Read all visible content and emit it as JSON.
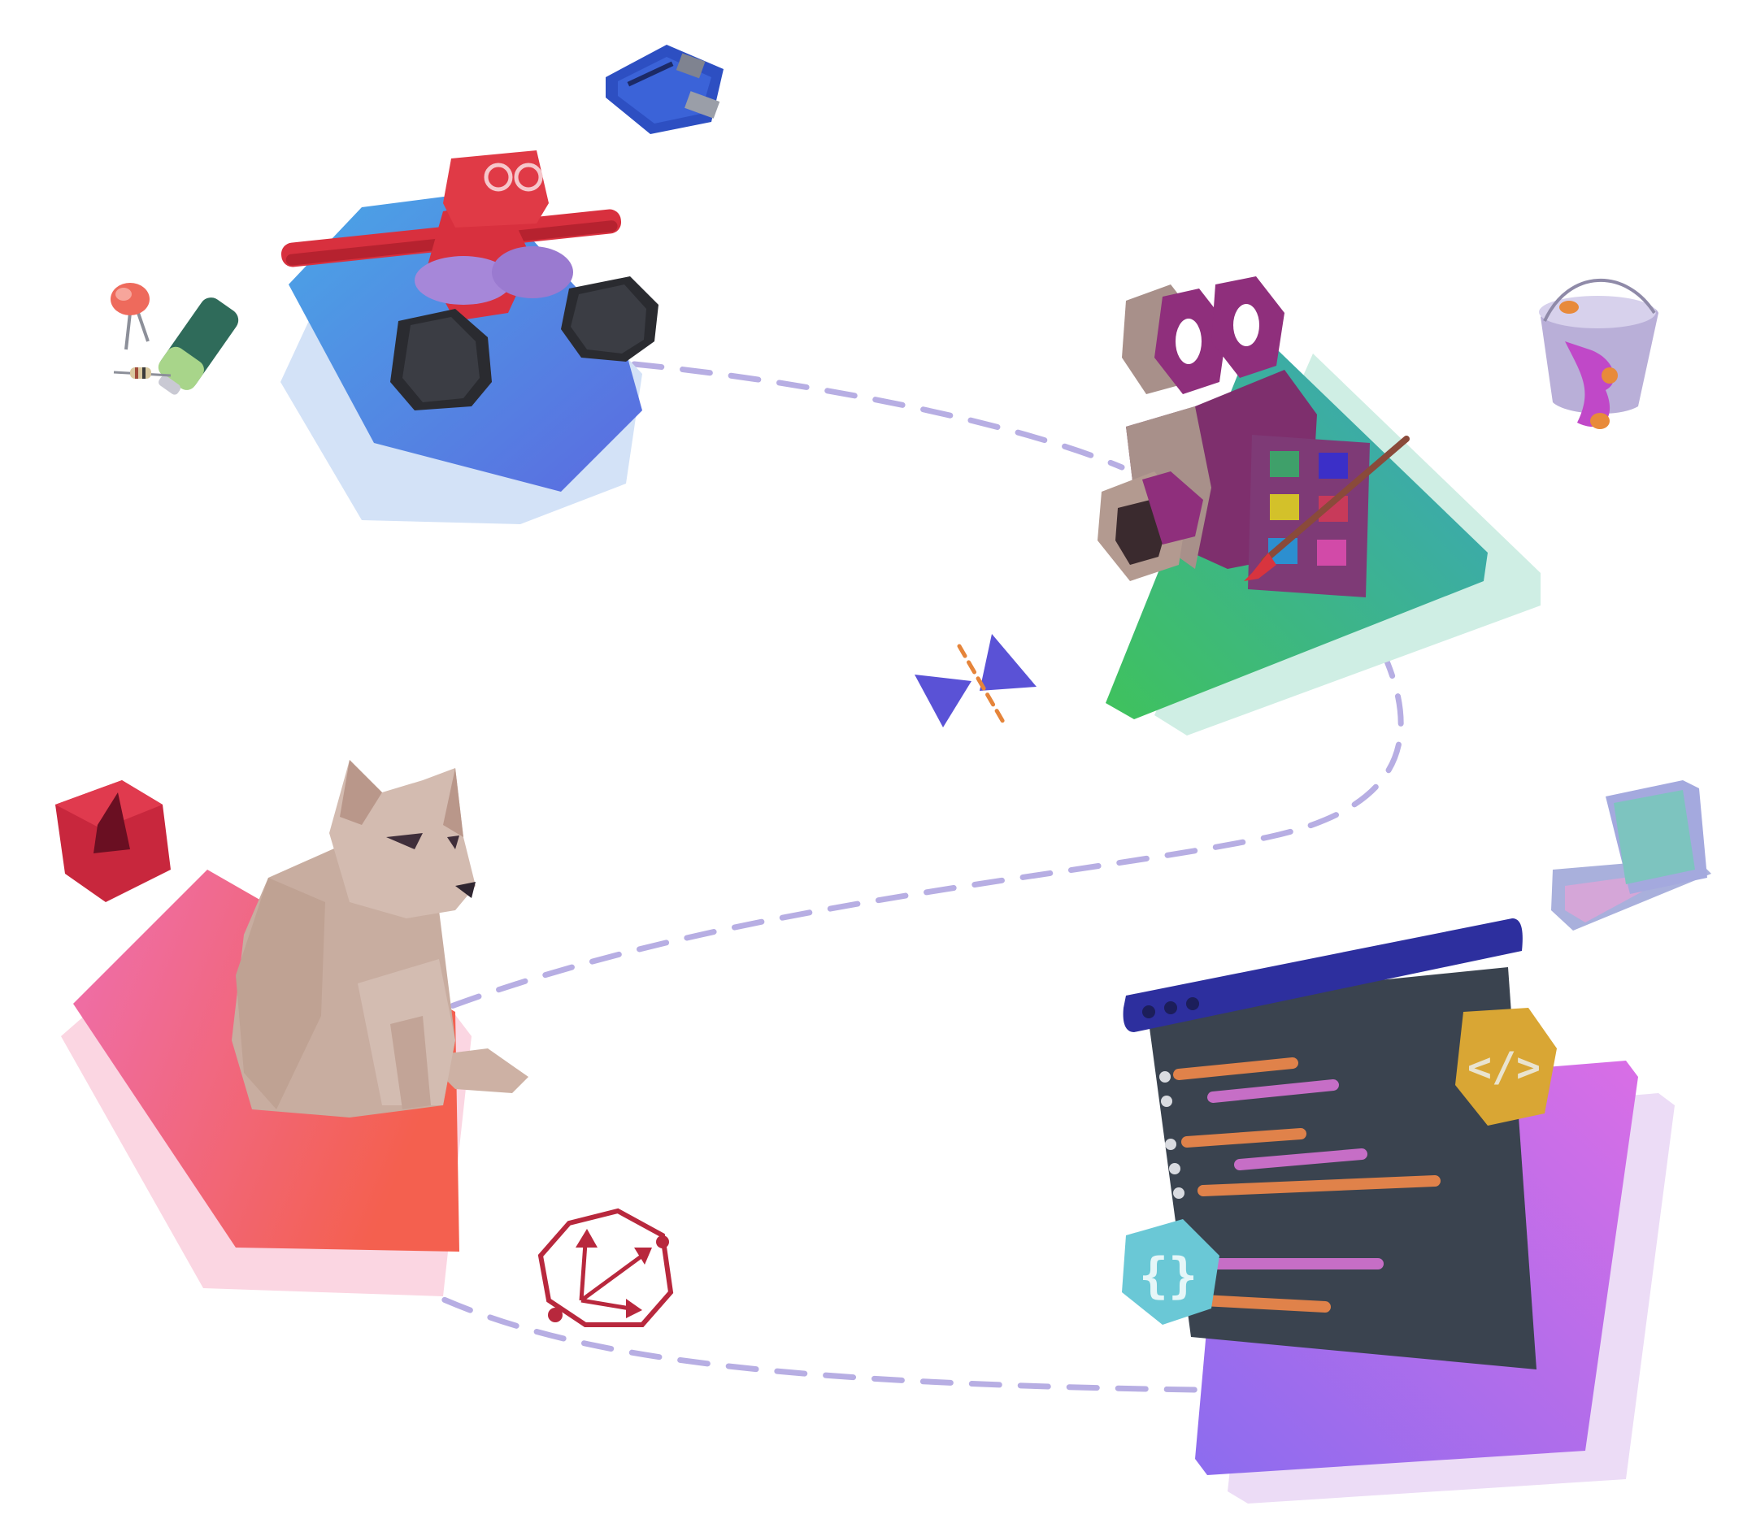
{
  "scene": {
    "background": "#ffffff",
    "path_color": "#b7aee3",
    "stations": [
      {
        "id": "robotics",
        "shape": "hexagon",
        "icon": "robot-icon",
        "gradient": [
          "#4aa6e6",
          "#5b6be0"
        ],
        "shadow": "#d3e2f7"
      },
      {
        "id": "animation",
        "shape": "triangle",
        "icon": "film-camera-icon",
        "gradient": [
          "#3fc25c",
          "#3aa3c4"
        ],
        "shadow": "#cfeee4"
      },
      {
        "id": "modeling",
        "shape": "pentagon",
        "icon": "fox-icon",
        "gradient": [
          "#ee6fb0",
          "#f4604f"
        ],
        "shadow": "#fbd6e2"
      },
      {
        "id": "coding",
        "shape": "quadrilateral",
        "icon": "code-window-icon",
        "gradient": [
          "#8c6cef",
          "#d96ee6"
        ],
        "shadow": "#ecdcf6"
      }
    ],
    "decorations": [
      "circuit-board-icon",
      "led-icon",
      "battery-icon",
      "resistor-icon",
      "paint-bucket-icon",
      "mirror-triangles-icon",
      "cube-icon",
      "laptop-icon",
      "transform-gizmo-icon",
      "code-tag-icon",
      "curly-braces-icon"
    ],
    "code_tag_glyph": "</>",
    "braces_glyph": "{}"
  }
}
